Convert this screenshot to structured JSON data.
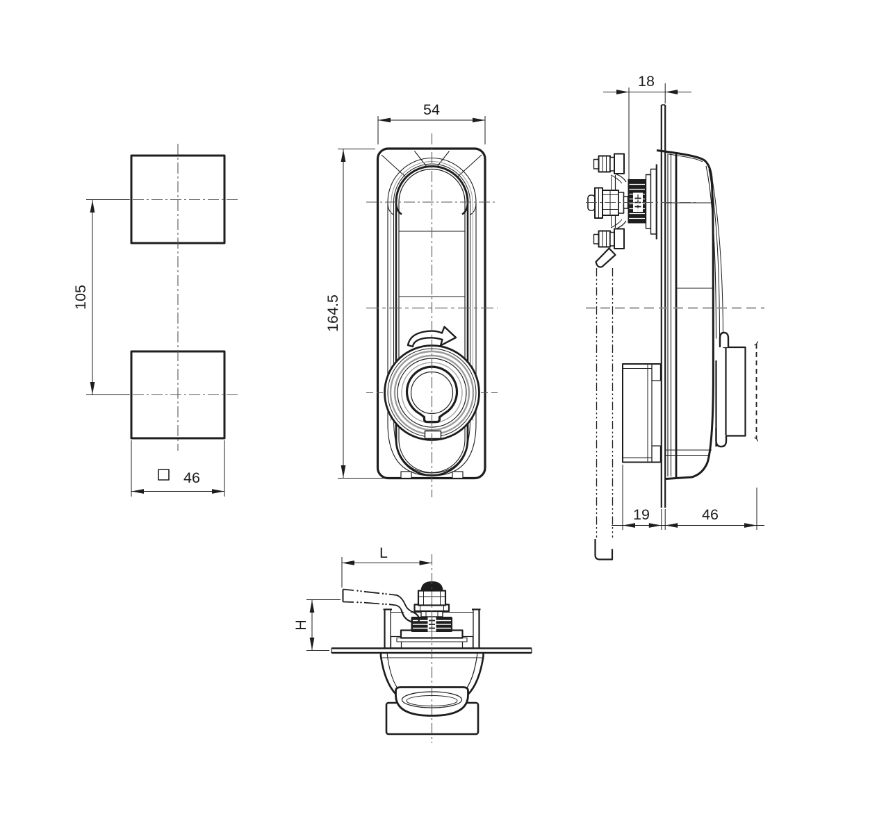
{
  "drawing": {
    "type": "engineering-orthographic-views",
    "subject": "swinghandle panel lock",
    "colors": {
      "line": "#1d1d1d",
      "centerline": "#555555",
      "axis_gray": "#909090",
      "ring_gray": "#9a9a9a",
      "background": "#ffffff"
    },
    "dimensions": {
      "spindle_spacing": "105",
      "spindle_square_size": "46",
      "body_width": "54",
      "body_height": "164.5",
      "panel_to_grip": "18",
      "depth_behind_panel": "19",
      "depth_front": "46",
      "lever_length": "L",
      "lever_offset": "H"
    },
    "symbols": {
      "square_symbol": "square-section-symbol",
      "rotation_arrow": "clockwise-rotation-arrow"
    }
  }
}
